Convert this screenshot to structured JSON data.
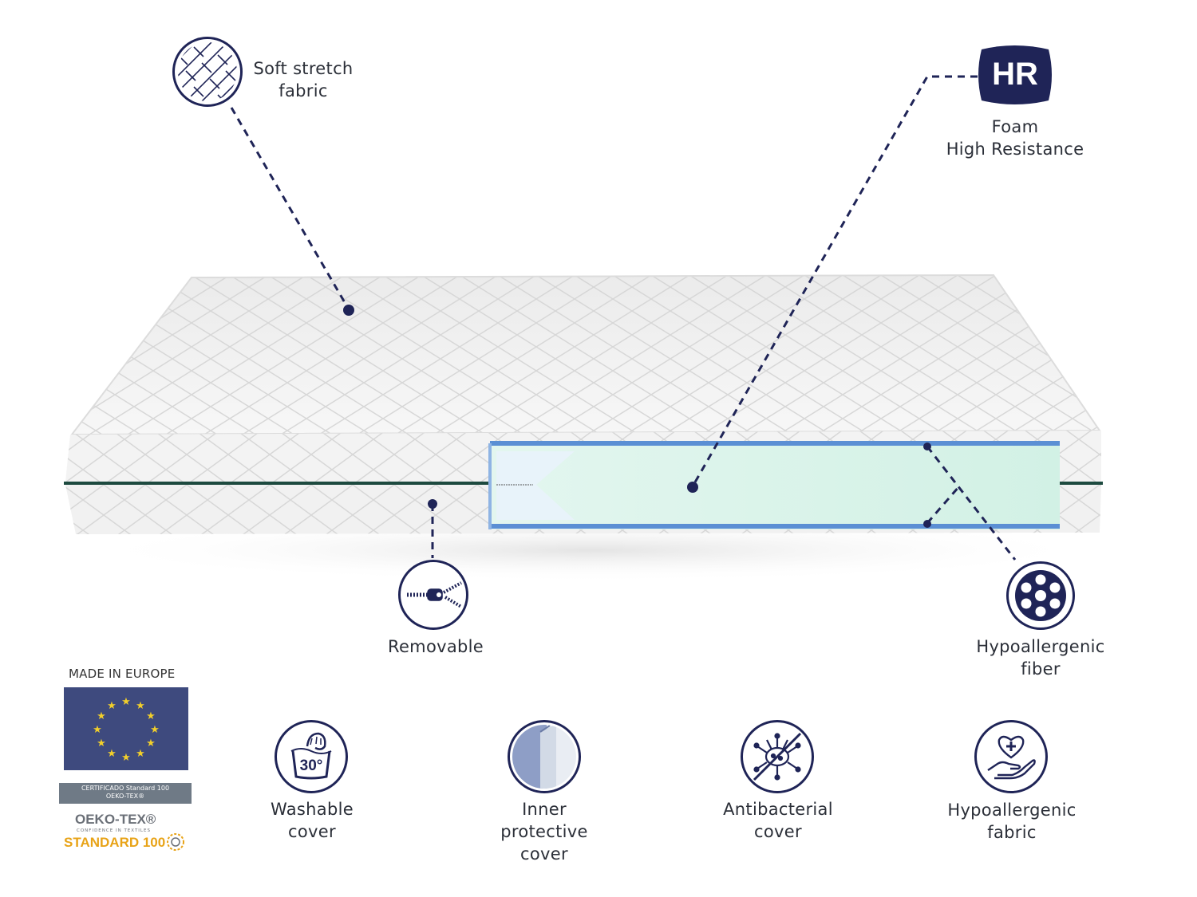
{
  "callouts": {
    "soft_stretch": {
      "line1": "Soft stretch",
      "line2": "fabric",
      "icon": "fabric-weave-icon"
    },
    "hr_foam": {
      "badge": "HR",
      "line1": "Foam",
      "line2": "High Resistance"
    },
    "removable": {
      "label": "Removable",
      "icon": "zipper-icon"
    },
    "hypo_fiber": {
      "line1": "Hypoallergenic",
      "line2": "fiber",
      "icon": "fiber-icon"
    }
  },
  "features": [
    {
      "line1": "Washable",
      "line2": "cover",
      "line3": "",
      "icon": "wash-30-icon",
      "temp": "30°"
    },
    {
      "line1": "Inner",
      "line2": "protective",
      "line3": "cover",
      "icon": "inner-cover-icon"
    },
    {
      "line1": "Antibacterial",
      "line2": "cover",
      "line3": "",
      "icon": "antibacterial-icon"
    },
    {
      "line1": "Hypoallergenic",
      "line2": "fabric",
      "line3": "",
      "icon": "heart-hand-icon"
    }
  ],
  "certification": {
    "made_in": "MADE IN EUROPE",
    "cert_line1": "CERTIFICADO Standard 100",
    "cert_line2": "OEKO-TEX®",
    "oeko_brand": "OEKO-TEX®",
    "oeko_tagline": "CONFIDENCE IN TEXTILES",
    "oeko_standard": "STANDARD 100"
  },
  "colors": {
    "navy": "#1f2457",
    "foam": "#d8f3ea",
    "foam_border": "#5b8fd4",
    "eu_blue": "#3e4a7e",
    "star": "#f2cf2b"
  }
}
